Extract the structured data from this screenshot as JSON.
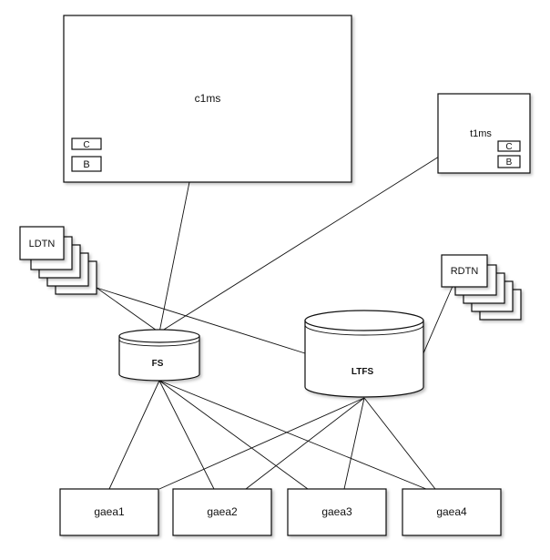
{
  "nodes": {
    "c1ms": {
      "label": "c1ms",
      "sub_c": "C",
      "sub_b": "B"
    },
    "t1ms": {
      "label": "t1ms",
      "sub_c": "C",
      "sub_b": "B"
    },
    "ldtn": {
      "label": "LDTN"
    },
    "rdtn": {
      "label": "RDTN"
    },
    "fs": {
      "label": "FS"
    },
    "ltfs": {
      "label": "LTFS"
    },
    "gaea1": {
      "label": "gaea1"
    },
    "gaea2": {
      "label": "gaea2"
    },
    "gaea3": {
      "label": "gaea3"
    },
    "gaea4": {
      "label": "gaea4"
    }
  },
  "colors": {
    "stroke": "#111111",
    "background": "#ffffff"
  }
}
